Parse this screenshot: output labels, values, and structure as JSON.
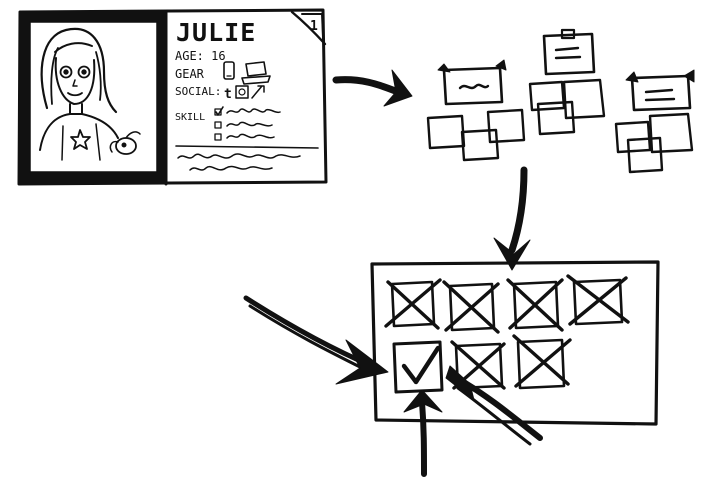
{
  "persona_card": {
    "name": "JULIE",
    "age_label": "AGE: 16",
    "gear_label": "GEAR",
    "social_label": "SOCIAL:",
    "skills_label": "SKILL",
    "page_number": "1"
  },
  "board": {
    "grid_rows": 2,
    "grid_cols": 4,
    "crossed_out_count": 6,
    "checked_count": 1
  },
  "colors": {
    "ink": "#111111",
    "paper": "#ffffff"
  }
}
